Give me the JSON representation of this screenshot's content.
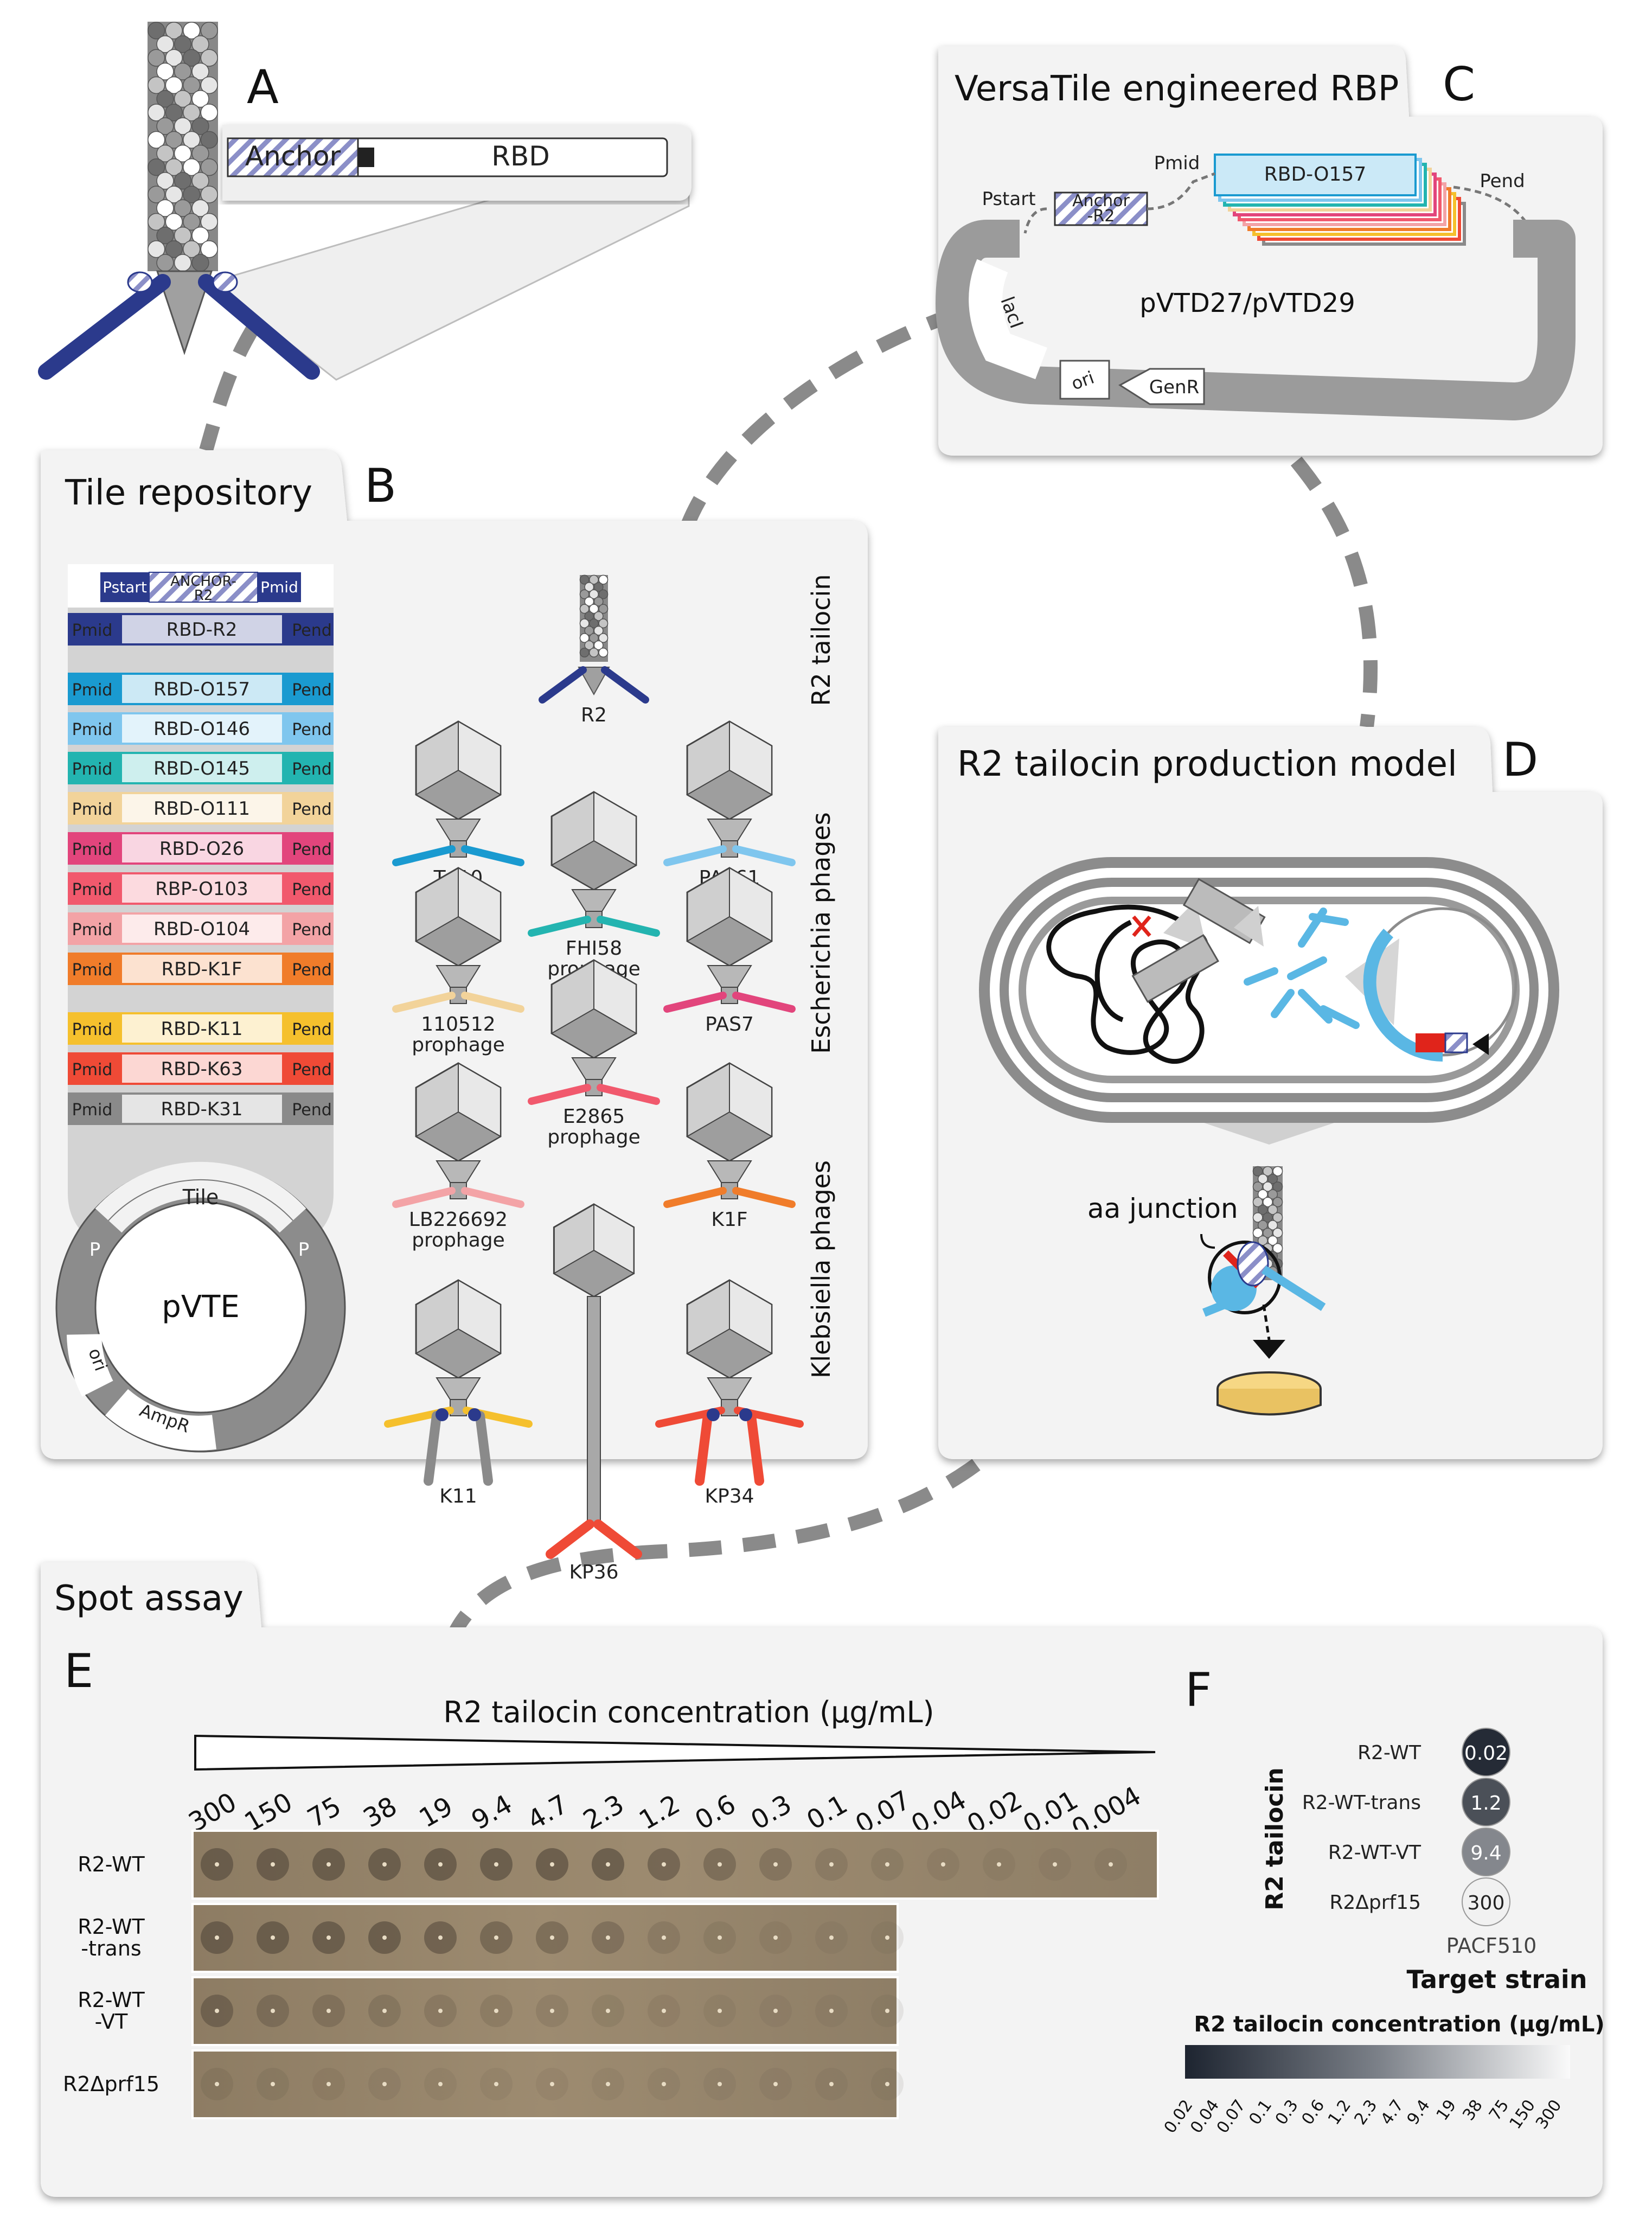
{
  "panels": {
    "A": {
      "letter": "A",
      "anchor": "Anchor",
      "rbd": "RBD"
    },
    "B": {
      "letter": "B",
      "title": "Tile repository",
      "anchor_tile": {
        "pstart": "Pstart",
        "line1": "ANCHOR-",
        "line2": "R2",
        "pmid": "Pmid"
      },
      "rbd_tiles": [
        {
          "left": "Pmid",
          "name": "RBD-R2",
          "right": "Pend",
          "color": "#2b3a8c"
        },
        {
          "left": "Pmid",
          "name": "RBD-O157",
          "right": "Pend",
          "color": "#1a9ad0"
        },
        {
          "left": "Pmid",
          "name": "RBD-O146",
          "right": "Pend",
          "color": "#7fc6ee"
        },
        {
          "left": "Pmid",
          "name": "RBD-O145",
          "right": "Pend",
          "color": "#23b4b0"
        },
        {
          "left": "Pmid",
          "name": "RBD-O111",
          "right": "Pend",
          "color": "#f2d39a"
        },
        {
          "left": "Pmid",
          "name": "RBD-O26",
          "right": "Pend",
          "color": "#e2457c"
        },
        {
          "left": "Pmid",
          "name": "RBP-O103",
          "right": "Pend",
          "color": "#f1596d"
        },
        {
          "left": "Pmid",
          "name": "RBD-O104",
          "right": "Pend",
          "color": "#f3a3a6"
        },
        {
          "left": "Pmid",
          "name": "RBD-K1F",
          "right": "Pend",
          "color": "#f07c2a"
        },
        {
          "left": "Pmid",
          "name": "RBD-K11",
          "right": "Pend",
          "color": "#f5c02d"
        },
        {
          "left": "Pmid",
          "name": "RBD-K63",
          "right": "Pend",
          "color": "#ef4a36"
        },
        {
          "left": "Pmid",
          "name": "RBD-K31",
          "right": "Pend",
          "color": "#8a8a8a"
        }
      ],
      "plasmid": {
        "name": "pVTE",
        "tile": "Tile",
        "p1": "P",
        "p2": "P",
        "ori": "ori",
        "ampr": "AmpR"
      },
      "groups": {
        "r2": "R2 tailocin",
        "esch": "Escherichia phages",
        "kleb": "Klebsiella phages"
      },
      "phages": [
        {
          "id": "R2",
          "l1": "R2",
          "l2": "",
          "color": "#2b3a8c"
        },
        {
          "id": "Tp10",
          "l1": "Tp10",
          "l2": "",
          "color": "#1a9ad0"
        },
        {
          "id": "PAS61",
          "l1": "PAS61",
          "l2": "",
          "color": "#7fc6ee"
        },
        {
          "id": "FHI58",
          "l1": "FHI58",
          "l2": "prophage",
          "color": "#23b4b0"
        },
        {
          "id": "110512",
          "l1": "110512",
          "l2": "prophage",
          "color": "#f2d39a"
        },
        {
          "id": "PAS7",
          "l1": "PAS7",
          "l2": "",
          "color": "#e2457c"
        },
        {
          "id": "E2865",
          "l1": "E2865",
          "l2": "prophage",
          "color": "#f1596d"
        },
        {
          "id": "LB226692",
          "l1": "LB226692",
          "l2": "prophage",
          "color": "#f3a3a6"
        },
        {
          "id": "K1F",
          "l1": "K1F",
          "l2": "",
          "color": "#f07c2a"
        },
        {
          "id": "K11",
          "l1": "K11",
          "l2": "",
          "color": "#f5c02d"
        },
        {
          "id": "KP36",
          "l1": "KP36",
          "l2": "",
          "color": "#ef4a36"
        },
        {
          "id": "KP34",
          "l1": "KP34",
          "l2": "",
          "color": "#ef4a36"
        }
      ]
    },
    "C": {
      "letter": "C",
      "title": "VersaTile engineered RBP",
      "pmid": "Pmid",
      "rbd": "RBD-O157",
      "pend": "Pend",
      "pstart": "Pstart",
      "anchor1": "Anchor",
      "anchor2": "-R2",
      "plasmid": "pVTD27/pVTD29",
      "laci": "lacI",
      "ori": "ori",
      "genr": "GenR"
    },
    "D": {
      "letter": "D",
      "title": "R2 tailocin production model",
      "junction": "aa junction"
    },
    "E": {
      "letter": "E",
      "title": "Spot assay",
      "conc_label": "R2 tailocin concentration (µg/mL)",
      "concentrations": [
        "300",
        "150",
        "75",
        "38",
        "19",
        "9.4",
        "4.7",
        "2.3",
        "1.2",
        "0.6",
        "0.3",
        "0.1",
        "0.07",
        "0.04",
        "0.02",
        "0.01",
        "0.004"
      ],
      "rows": [
        {
          "l1": "R2-WT",
          "l2": ""
        },
        {
          "l1": "R2-WT",
          "l2": "-trans"
        },
        {
          "l1": "R2-WT",
          "l2": "-VT"
        },
        {
          "l1": "R2Δprf15",
          "l2": ""
        }
      ]
    },
    "F": {
      "letter": "F",
      "axis_label": "R2 tailocin",
      "strain": "PACF510",
      "target": "Target strain",
      "rows": [
        {
          "label": "R2-WT",
          "value": "0.02",
          "color": "#252b36",
          "text": "#ffffff"
        },
        {
          "label": "R2-WT-trans",
          "value": "1.2",
          "color": "#4b5058",
          "text": "#ffffff"
        },
        {
          "label": "R2-WT-VT",
          "value": "9.4",
          "color": "#84878d",
          "text": "#ffffff"
        },
        {
          "label": "R2Δprf15",
          "value": "300",
          "color": "#f1f1f1",
          "text": "#222222"
        }
      ],
      "scale_title": "R2 tailocin concentration (µg/mL)",
      "scale_ticks": [
        "0.02",
        "0.04",
        "0.07",
        "0.1",
        "0.3",
        "0.6",
        "1.2",
        "2.3",
        "4.7",
        "9.4",
        "19",
        "38",
        "75",
        "150",
        "300"
      ]
    }
  }
}
